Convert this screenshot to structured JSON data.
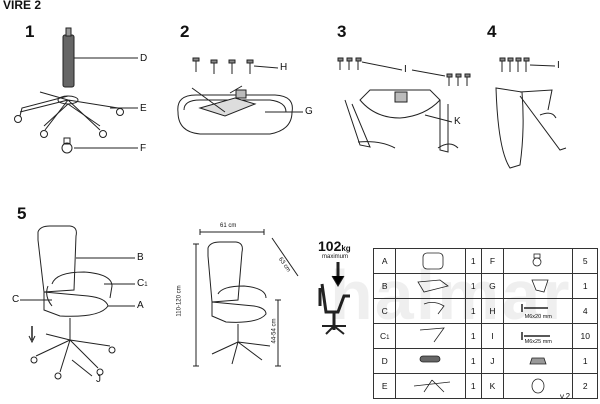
{
  "title": "VIRE 2",
  "steps": [
    "1",
    "2",
    "3",
    "4",
    "5"
  ],
  "callouts": {
    "d": "D",
    "e": "E",
    "f": "F",
    "g": "G",
    "h": "H",
    "i": "I",
    "k": "K",
    "i4": "I",
    "b": "B",
    "c1": "C",
    "c1sub": "1",
    "c": "C",
    "a": "A",
    "j": "J"
  },
  "dimensions": {
    "width": "61 cm",
    "depth": "63 cm",
    "height": "110-120 cm",
    "seat": "44-54 cm"
  },
  "capacity": {
    "value": "102",
    "unit": "kg",
    "note": "maximum"
  },
  "parts": [
    {
      "key": "A",
      "qty": "1",
      "key2": "F",
      "qty2": "5",
      "spec2": ""
    },
    {
      "key": "B",
      "qty": "1",
      "key2": "G",
      "qty2": "1",
      "spec2": ""
    },
    {
      "key": "C",
      "qty": "1",
      "key2": "H",
      "qty2": "4",
      "spec2": "M6x20 mm"
    },
    {
      "key": "C",
      "keysub": "1",
      "qty": "1",
      "key2": "I",
      "qty2": "10",
      "spec2": "M6x25 mm"
    },
    {
      "key": "D",
      "qty": "1",
      "key2": "J",
      "qty2": "1",
      "spec2": ""
    },
    {
      "key": "E",
      "qty": "1",
      "key2": "K",
      "qty2": "2",
      "spec2": ""
    }
  ],
  "version": "v.2",
  "watermark": "halmar"
}
